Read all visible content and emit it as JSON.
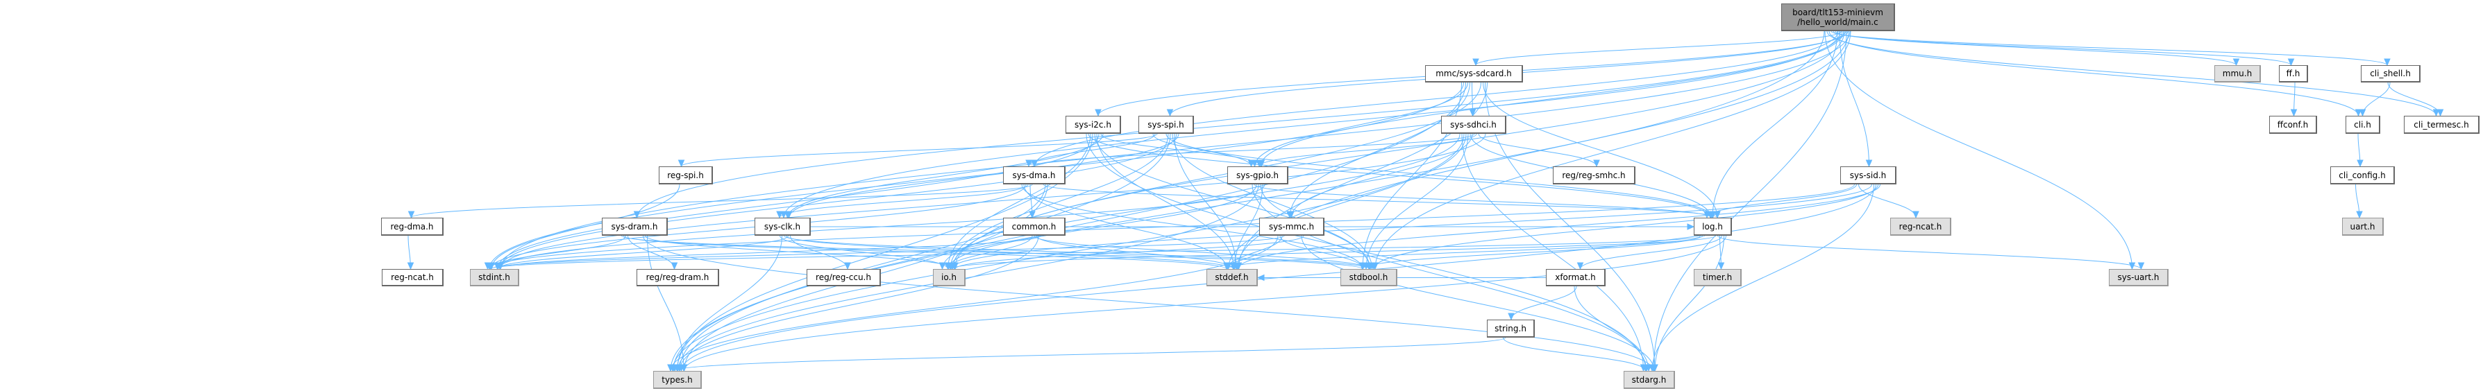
{
  "diagram": {
    "edge_color": "#63b8ff",
    "nodes": {
      "main": {
        "label": "board/tlt153-minievm\n/hello_world/main.c",
        "kind": "root"
      },
      "sdcard": {
        "label": "mmc/sys-sdcard.h",
        "kind": "doc"
      },
      "mmu": {
        "label": "mmu.h",
        "kind": "sys"
      },
      "ff": {
        "label": "ff.h",
        "kind": "doc"
      },
      "cli_shell": {
        "label": "cli_shell.h",
        "kind": "doc"
      },
      "i2c": {
        "label": "sys-i2c.h",
        "kind": "doc"
      },
      "spi": {
        "label": "sys-spi.h",
        "kind": "doc"
      },
      "sdhci": {
        "label": "sys-sdhci.h",
        "kind": "doc"
      },
      "ffconf": {
        "label": "ffconf.h",
        "kind": "doc"
      },
      "cli": {
        "label": "cli.h",
        "kind": "doc"
      },
      "cli_termesc": {
        "label": "cli_termesc.h",
        "kind": "doc"
      },
      "regspi": {
        "label": "reg-spi.h",
        "kind": "doc"
      },
      "dma": {
        "label": "sys-dma.h",
        "kind": "doc"
      },
      "gpio": {
        "label": "sys-gpio.h",
        "kind": "doc"
      },
      "smhc": {
        "label": "reg/reg-smhc.h",
        "kind": "doc"
      },
      "sid": {
        "label": "sys-sid.h",
        "kind": "doc"
      },
      "cli_config": {
        "label": "cli_config.h",
        "kind": "doc"
      },
      "regdma": {
        "label": "reg-dma.h",
        "kind": "doc"
      },
      "dram": {
        "label": "sys-dram.h",
        "kind": "doc"
      },
      "clk": {
        "label": "sys-clk.h",
        "kind": "doc"
      },
      "common": {
        "label": "common.h",
        "kind": "doc"
      },
      "mmc": {
        "label": "sys-mmc.h",
        "kind": "doc"
      },
      "log": {
        "label": "log.h",
        "kind": "doc"
      },
      "ncat2": {
        "label": "reg-ncat.h",
        "kind": "sys"
      },
      "uart": {
        "label": "uart.h",
        "kind": "sys"
      },
      "ncat1": {
        "label": "reg-ncat.h",
        "kind": "doc"
      },
      "stdint": {
        "label": "stdint.h",
        "kind": "sys"
      },
      "regdram": {
        "label": "reg/reg-dram.h",
        "kind": "doc"
      },
      "ccu": {
        "label": "reg/reg-ccu.h",
        "kind": "doc"
      },
      "io": {
        "label": "io.h",
        "kind": "sys"
      },
      "stddef": {
        "label": "stddef.h",
        "kind": "sys"
      },
      "stdbool": {
        "label": "stdbool.h",
        "kind": "sys"
      },
      "xformat": {
        "label": "xformat.h",
        "kind": "doc"
      },
      "timer": {
        "label": "timer.h",
        "kind": "sys"
      },
      "sysuart": {
        "label": "sys-uart.h",
        "kind": "sys"
      },
      "string": {
        "label": "string.h",
        "kind": "doc"
      },
      "types": {
        "label": "types.h",
        "kind": "sys"
      },
      "stdarg": {
        "label": "stdarg.h",
        "kind": "sys"
      }
    },
    "edges": [
      [
        "main",
        "types"
      ],
      [
        "main",
        "stdint"
      ],
      [
        "main",
        "i2c"
      ],
      [
        "main",
        "spi"
      ],
      [
        "main",
        "gpio"
      ],
      [
        "main",
        "sdcard"
      ],
      [
        "main",
        "sid"
      ],
      [
        "main",
        "log"
      ],
      [
        "main",
        "mmu"
      ],
      [
        "main",
        "ff"
      ],
      [
        "main",
        "cli_shell"
      ],
      [
        "main",
        "cli"
      ],
      [
        "main",
        "cli_termesc"
      ],
      [
        "main",
        "sysuart"
      ],
      [
        "main",
        "stdbool"
      ],
      [
        "main",
        "stddef"
      ],
      [
        "main",
        "stdarg"
      ],
      [
        "main",
        "io"
      ],
      [
        "main",
        "dram"
      ],
      [
        "main",
        "clk"
      ],
      [
        "main",
        "dma"
      ],
      [
        "sdcard",
        "sdhci"
      ],
      [
        "sdcard",
        "mmc"
      ],
      [
        "sdcard",
        "gpio"
      ],
      [
        "sdcard",
        "types"
      ],
      [
        "sdcard",
        "stdint"
      ],
      [
        "sdcard",
        "stdbool"
      ],
      [
        "sdcard",
        "stddef"
      ],
      [
        "sdcard",
        "stdarg"
      ],
      [
        "sdcard",
        "log"
      ],
      [
        "sdcard",
        "io"
      ],
      [
        "sdhci",
        "smhc"
      ],
      [
        "sdhci",
        "gpio"
      ],
      [
        "sdhci",
        "dma"
      ],
      [
        "sdhci",
        "mmc"
      ],
      [
        "sdhci",
        "log"
      ],
      [
        "sdhci",
        "stdbool"
      ],
      [
        "sdhci",
        "stddef"
      ],
      [
        "sdhci",
        "types"
      ],
      [
        "sdhci",
        "stdarg"
      ],
      [
        "sdhci",
        "io"
      ],
      [
        "sdhci",
        "stdint"
      ],
      [
        "i2c",
        "clk"
      ],
      [
        "i2c",
        "gpio"
      ],
      [
        "i2c",
        "stdint"
      ],
      [
        "i2c",
        "stddef"
      ],
      [
        "i2c",
        "stdbool"
      ],
      [
        "i2c",
        "types"
      ],
      [
        "i2c",
        "io"
      ],
      [
        "i2c",
        "log"
      ],
      [
        "i2c",
        "stdarg"
      ],
      [
        "spi",
        "regspi"
      ],
      [
        "spi",
        "dma"
      ],
      [
        "spi",
        "gpio"
      ],
      [
        "spi",
        "clk"
      ],
      [
        "spi",
        "stdint"
      ],
      [
        "spi",
        "stddef"
      ],
      [
        "spi",
        "stdbool"
      ],
      [
        "spi",
        "types"
      ],
      [
        "spi",
        "io"
      ],
      [
        "spi",
        "log"
      ],
      [
        "dma",
        "regdma"
      ],
      [
        "dma",
        "common"
      ],
      [
        "dma",
        "clk"
      ],
      [
        "dma",
        "stdint"
      ],
      [
        "dma",
        "stddef"
      ],
      [
        "dma",
        "stdbool"
      ],
      [
        "dma",
        "types"
      ],
      [
        "dma",
        "io"
      ],
      [
        "dma",
        "log"
      ],
      [
        "gpio",
        "stdint"
      ],
      [
        "gpio",
        "stddef"
      ],
      [
        "gpio",
        "stdbool"
      ],
      [
        "gpio",
        "types"
      ],
      [
        "gpio",
        "io"
      ],
      [
        "gpio",
        "log"
      ],
      [
        "gpio",
        "stdarg"
      ],
      [
        "mmc",
        "stdint"
      ],
      [
        "mmc",
        "stddef"
      ],
      [
        "mmc",
        "stdbool"
      ],
      [
        "mmc",
        "types"
      ],
      [
        "mmc",
        "io"
      ],
      [
        "mmc",
        "stdarg"
      ],
      [
        "clk",
        "ccu"
      ],
      [
        "clk",
        "stdint"
      ],
      [
        "clk",
        "stddef"
      ],
      [
        "clk",
        "stdbool"
      ],
      [
        "clk",
        "types"
      ],
      [
        "clk",
        "io"
      ],
      [
        "clk",
        "log"
      ],
      [
        "dram",
        "regdram"
      ],
      [
        "dram",
        "stdint"
      ],
      [
        "dram",
        "stddef"
      ],
      [
        "dram",
        "stdbool"
      ],
      [
        "dram",
        "types"
      ],
      [
        "dram",
        "io"
      ],
      [
        "dram",
        "stdarg"
      ],
      [
        "common",
        "stdint"
      ],
      [
        "common",
        "types"
      ],
      [
        "common",
        "stddef"
      ],
      [
        "common",
        "stdbool"
      ],
      [
        "common",
        "io"
      ],
      [
        "regdma",
        "ncat1"
      ],
      [
        "regspi",
        "stdint"
      ],
      [
        "log",
        "stdint"
      ],
      [
        "log",
        "stddef"
      ],
      [
        "log",
        "stdbool"
      ],
      [
        "log",
        "types"
      ],
      [
        "log",
        "stdarg"
      ],
      [
        "log",
        "xformat"
      ],
      [
        "log",
        "timer"
      ],
      [
        "log",
        "sysuart"
      ],
      [
        "log",
        "io"
      ],
      [
        "xformat",
        "string"
      ],
      [
        "xformat",
        "stdarg"
      ],
      [
        "xformat",
        "stddef"
      ],
      [
        "string",
        "types"
      ],
      [
        "string",
        "stdarg"
      ],
      [
        "sid",
        "ncat2"
      ],
      [
        "sid",
        "log"
      ],
      [
        "sid",
        "stdint"
      ],
      [
        "sid",
        "stddef"
      ],
      [
        "sid",
        "stdbool"
      ],
      [
        "sid",
        "types"
      ],
      [
        "sid",
        "stdarg"
      ],
      [
        "sid",
        "io"
      ],
      [
        "ff",
        "ffconf"
      ],
      [
        "cli_shell",
        "cli"
      ],
      [
        "cli_shell",
        "cli_termesc"
      ],
      [
        "cli",
        "cli_config"
      ],
      [
        "cli_config",
        "uart"
      ]
    ]
  }
}
